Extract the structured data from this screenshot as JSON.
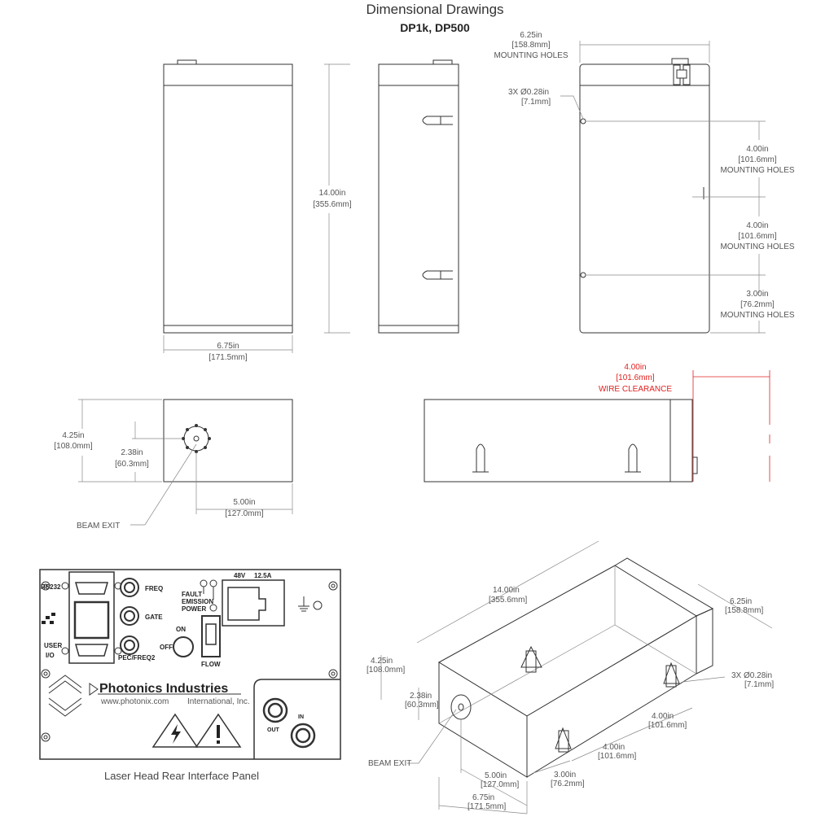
{
  "title": "Dimensional Drawings",
  "subtitle": "DP1k, DP500",
  "front": {
    "width_in": "6.75in",
    "width_mm": "[171.5mm]",
    "height_in": "14.00in",
    "height_mm": "[355.6mm]"
  },
  "side_right": {
    "mount_w_in": "6.25in",
    "mount_w_mm": "[158.8mm]",
    "mount_w_lbl": "MOUNTING HOLES",
    "holes_in": "3X  Ø0.28in",
    "holes_mm": "[7.1mm]",
    "d1_in": "4.00in",
    "d1_mm": "[101.6mm]",
    "d1_lbl": "MOUNTING HOLES",
    "d2_in": "4.00in",
    "d2_mm": "[101.6mm]",
    "d2_lbl": "MOUNTING HOLES",
    "d3_in": "3.00in",
    "d3_mm": "[76.2mm]",
    "d3_lbl": "MOUNTING HOLES"
  },
  "end": {
    "h_in": "4.25in",
    "h_mm": "[108.0mm]",
    "bh_in": "2.38in",
    "bh_mm": "[60.3mm]",
    "bx_in": "5.00in",
    "bx_mm": "[127.0mm]",
    "beam_exit": "BEAM EXIT"
  },
  "wire": {
    "in": "4.00in",
    "mm": "[101.6mm]",
    "lbl": "WIRE CLEARANCE"
  },
  "panel": {
    "rs232": "RS232",
    "user": "USER",
    "io": "I/O",
    "freq": "FREQ",
    "gate": "GATE",
    "pec": "PEC/FREQ2",
    "on": "ON",
    "off": "OFF",
    "fault": "FAULT",
    "emission": "EMISSION",
    "power": "POWER",
    "flow": "FLOW",
    "psu": "48V",
    "amp": "12.5A",
    "company": "Photonics Industries",
    "url": "www.photonix.com",
    "intl": "International, Inc.",
    "out": "OUT",
    "in": "IN",
    "caption": "Laser Head Rear Interface Panel"
  },
  "iso": {
    "len_in": "14.00in",
    "len_mm": "[355.6mm]",
    "w_in": "6.25in",
    "w_mm": "[158.8mm]",
    "h_in": "4.25in",
    "h_mm": "[108.0mm]",
    "bh_in": "2.38in",
    "bh_mm": "[60.3mm]",
    "holes_in": "3X  Ø0.28in",
    "holes_mm": "[7.1mm]",
    "d1_in": "4.00in",
    "d1_mm": "[101.6mm]",
    "d2_in": "4.00in",
    "d2_mm": "[101.6mm]",
    "d3_in": "3.00in",
    "d3_mm": "[76.2mm]",
    "bx_in": "5.00in",
    "bx_mm": "[127.0mm]",
    "wd_in": "6.75in",
    "wd_mm": "[171.5mm]",
    "beam_exit": "BEAM EXIT"
  }
}
